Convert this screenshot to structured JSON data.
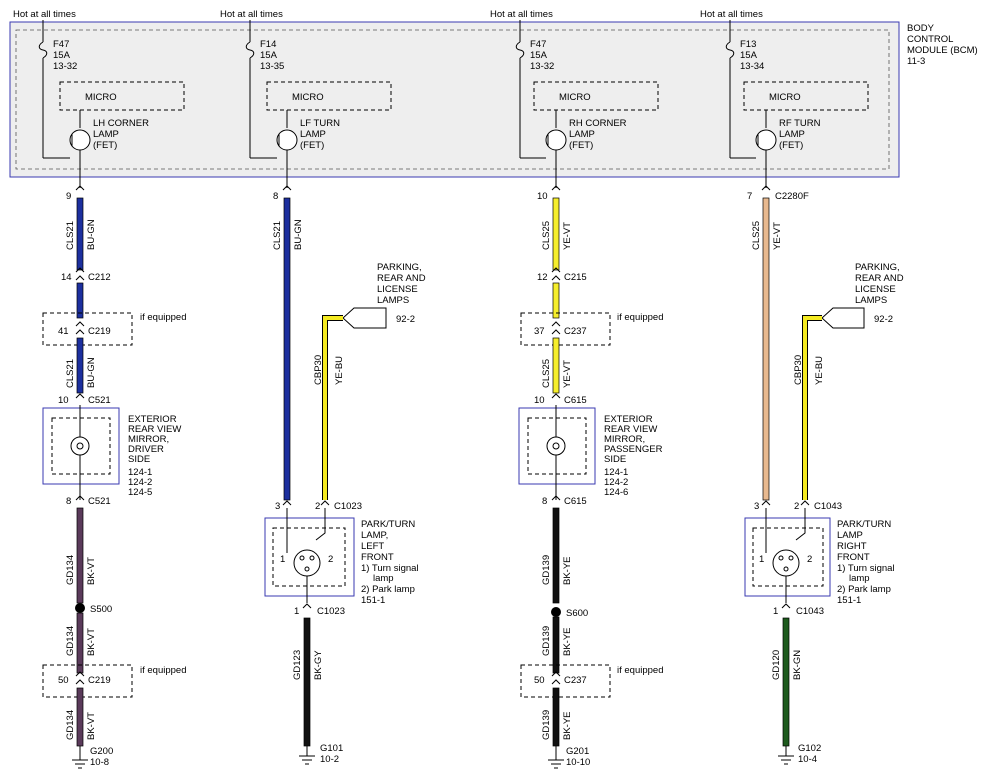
{
  "bcm": {
    "label_lines": [
      "BODY",
      "CONTROL",
      "MODULE (BCM)",
      "11-3"
    ],
    "colors": {
      "module_fill": "#eeeeee",
      "module_border": "#3a3ab0"
    }
  },
  "wire_colors": {
    "BU-GN": "#1c2f9e",
    "YE-VT": "#f6ee2c",
    "YE-VT-rf": "#e8b98f",
    "YE-BU": "#f4ea22",
    "BK-VT": "#5a3a5a",
    "BK-GY": "#111111",
    "BK-YE": "#111111",
    "BK-GN": "#1d5a1d"
  },
  "circuits": [
    {
      "id": "lh",
      "hot": "Hot at all times",
      "fuse": [
        "F47",
        "15A",
        "13-32"
      ],
      "micro": "MICRO",
      "lamp": [
        "LH CORNER",
        "LAMP",
        "(FET)"
      ],
      "bcm_pin": "9",
      "bcm_connector": "",
      "w1": {
        "circuit": "CLS21",
        "color": "BU-GN"
      },
      "c2": {
        "pin": "14",
        "connector": "C212"
      },
      "c3": {
        "pin": "41",
        "connector": "C219",
        "note": "if equipped"
      },
      "w2": {
        "circuit": "CLS21",
        "color": "BU-GN"
      },
      "mirror_top": {
        "pin": "10",
        "connector": "C521"
      },
      "mirror_label": [
        "EXTERIOR",
        "REAR VIEW",
        "MIRROR,",
        "DRIVER",
        "SIDE",
        "124-1",
        "124-2",
        "124-5"
      ],
      "mirror_bottom": {
        "pin": "8",
        "connector": "C521"
      },
      "w3": {
        "circuit": "GD134",
        "color": "BK-VT"
      },
      "splice": "S500",
      "w4": {
        "circuit": "GD134",
        "color": "BK-VT"
      },
      "c4": {
        "pin": "50",
        "connector": "C219",
        "note": "if equipped"
      },
      "w5": {
        "circuit": "GD134",
        "color": "BK-VT"
      },
      "ground": [
        "G200",
        "10-8"
      ]
    },
    {
      "id": "lf",
      "hot": "Hot at all times",
      "fuse": [
        "F14",
        "15A",
        "13-35"
      ],
      "micro": "MICRO",
      "lamp": [
        "LF TURN",
        "LAMP",
        "(FET)"
      ],
      "bcm_pin": "8",
      "w1": {
        "circuit": "CLS21",
        "color": "BU-GN"
      },
      "park_label": [
        "PARKING,",
        "REAR AND",
        "LICENSE",
        "LAMPS"
      ],
      "park_ref": "92-2",
      "w_park": {
        "circuit": "CBP30",
        "color": "YE-BU"
      },
      "pin_a": "3",
      "pin_b": "2",
      "lamp_connector": "C1023",
      "lamp_pins": [
        "1",
        "2"
      ],
      "lamp_label": [
        "PARK/TURN",
        "LAMP,",
        "LEFT",
        "FRONT",
        "1) Turn signal",
        "lamp",
        "2) Park lamp",
        "151-1"
      ],
      "ground_pin": "1",
      "ground_connector": "C1023",
      "w_gnd": {
        "circuit": "GD123",
        "color": "BK-GY"
      },
      "ground": [
        "G101",
        "10-2"
      ]
    },
    {
      "id": "rh",
      "hot": "Hot at all times",
      "fuse": [
        "F47",
        "15A",
        "13-32"
      ],
      "micro": "MICRO",
      "lamp": [
        "RH CORNER",
        "LAMP",
        "(FET)"
      ],
      "bcm_pin": "10",
      "w1": {
        "circuit": "CLS25",
        "color": "YE-VT"
      },
      "c2": {
        "pin": "12",
        "connector": "C215"
      },
      "c3": {
        "pin": "37",
        "connector": "C237",
        "note": "if equipped"
      },
      "w2": {
        "circuit": "CLS25",
        "color": "YE-VT"
      },
      "mirror_top": {
        "pin": "10",
        "connector": "C615"
      },
      "mirror_label": [
        "EXTERIOR",
        "REAR VIEW",
        "MIRROR,",
        "PASSENGER",
        "SIDE",
        "124-1",
        "124-2",
        "124-6"
      ],
      "mirror_bottom": {
        "pin": "8",
        "connector": "C615"
      },
      "w3": {
        "circuit": "GD139",
        "color": "BK-YE"
      },
      "splice": "S600",
      "w4": {
        "circuit": "GD139",
        "color": "BK-YE"
      },
      "c4": {
        "pin": "50",
        "connector": "C237",
        "note": "if equipped"
      },
      "w5": {
        "circuit": "GD139",
        "color": "BK-YE"
      },
      "ground": [
        "G201",
        "10-10"
      ]
    },
    {
      "id": "rf",
      "hot": "Hot at all times",
      "fuse": [
        "F13",
        "15A",
        "13-34"
      ],
      "micro": "MICRO",
      "lamp": [
        "RF TURN",
        "LAMP",
        "(FET)"
      ],
      "bcm_pin": "7",
      "bcm_connector": "C2280F",
      "w1": {
        "circuit": "CLS25",
        "color": "YE-VT"
      },
      "park_label": [
        "PARKING,",
        "REAR AND",
        "LICENSE",
        "LAMPS"
      ],
      "park_ref": "92-2",
      "w_park": {
        "circuit": "CBP30",
        "color": "YE-BU"
      },
      "pin_a": "3",
      "pin_b": "2",
      "lamp_connector": "C1043",
      "lamp_pins": [
        "1",
        "2"
      ],
      "lamp_label": [
        "PARK/TURN",
        "LAMP",
        "RIGHT",
        "FRONT",
        "1) Turn signal",
        "lamp",
        "2) Park lamp",
        "151-1"
      ],
      "ground_pin": "1",
      "ground_connector": "C1043",
      "w_gnd": {
        "circuit": "GD120",
        "color": "BK-GN"
      },
      "ground": [
        "G102",
        "10-4"
      ]
    }
  ]
}
